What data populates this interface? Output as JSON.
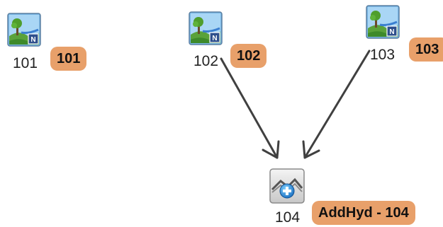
{
  "nodes": [
    {
      "id": "101",
      "label": "101",
      "badge": "101",
      "icon": "watershed-icon"
    },
    {
      "id": "102",
      "label": "102",
      "badge": "102",
      "icon": "watershed-icon"
    },
    {
      "id": "103",
      "label": "103",
      "badge": "103",
      "icon": "watershed-icon"
    },
    {
      "id": "104",
      "label": "104",
      "badge": "AddHyd - 104",
      "icon": "add-hydrograph-icon"
    }
  ],
  "edges": [
    {
      "from": "102",
      "to": "104"
    },
    {
      "from": "103",
      "to": "104"
    }
  ],
  "colors": {
    "badge": "#e8a06a",
    "arrow": "#404040"
  }
}
